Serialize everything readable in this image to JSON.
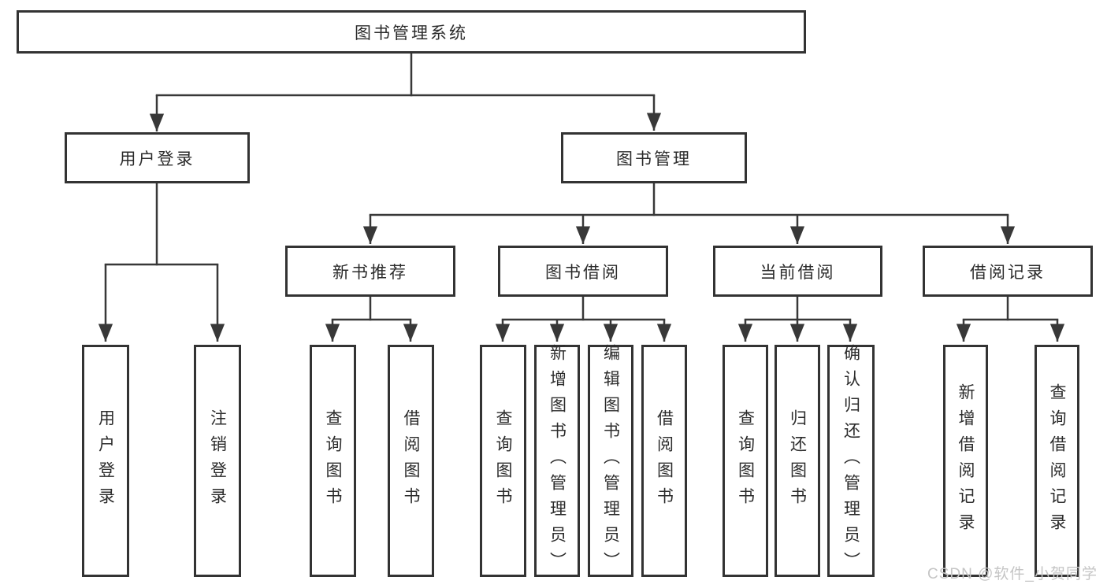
{
  "diagram": {
    "tree": {
      "label": "图书管理系统",
      "children": [
        {
          "label": "用户登录",
          "children": [
            {
              "label": "用户登录"
            },
            {
              "label": "注销登录"
            }
          ]
        },
        {
          "label": "图书管理",
          "children": [
            {
              "label": "新书推荐",
              "children": [
                {
                  "label": "查询图书"
                },
                {
                  "label": "借阅图书"
                }
              ]
            },
            {
              "label": "图书借阅",
              "children": [
                {
                  "label": "查询图书"
                },
                {
                  "label": "新增图书（管理员）"
                },
                {
                  "label": "编辑图书（管理员）"
                },
                {
                  "label": "借阅图书"
                }
              ]
            },
            {
              "label": "当前借阅",
              "children": [
                {
                  "label": "查询图书"
                },
                {
                  "label": "归还图书"
                },
                {
                  "label": "确认归还（管理员）"
                }
              ]
            },
            {
              "label": "借阅记录",
              "children": [
                {
                  "label": "新增借阅记录"
                },
                {
                  "label": "查询借阅记录"
                }
              ]
            }
          ]
        }
      ]
    },
    "colors": {
      "line": "#383838",
      "box_border": "#333333",
      "text": "#2b2b2b",
      "watermark": "#c5c5c5",
      "background": "#ffffff"
    }
  },
  "watermark": "CSDN @软件_小贺同学"
}
